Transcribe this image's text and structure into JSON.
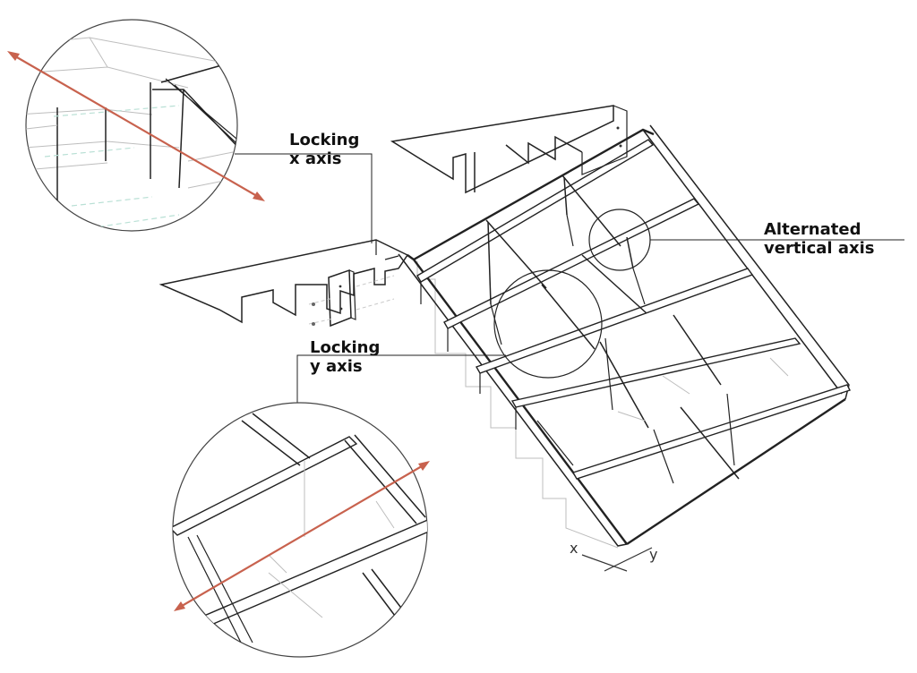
{
  "labels": {
    "locking_x": {
      "line1": "Locking",
      "line2": "x axis"
    },
    "locking_y": {
      "line1": "Locking",
      "line2": "y axis"
    },
    "alternated": {
      "line1": "Alternated",
      "line2": "vertical axis"
    }
  },
  "axes": {
    "x": "x",
    "y": "y"
  },
  "colors": {
    "arrow": "#c8624e",
    "line": "#222222",
    "guide": "#b9e0d5"
  }
}
